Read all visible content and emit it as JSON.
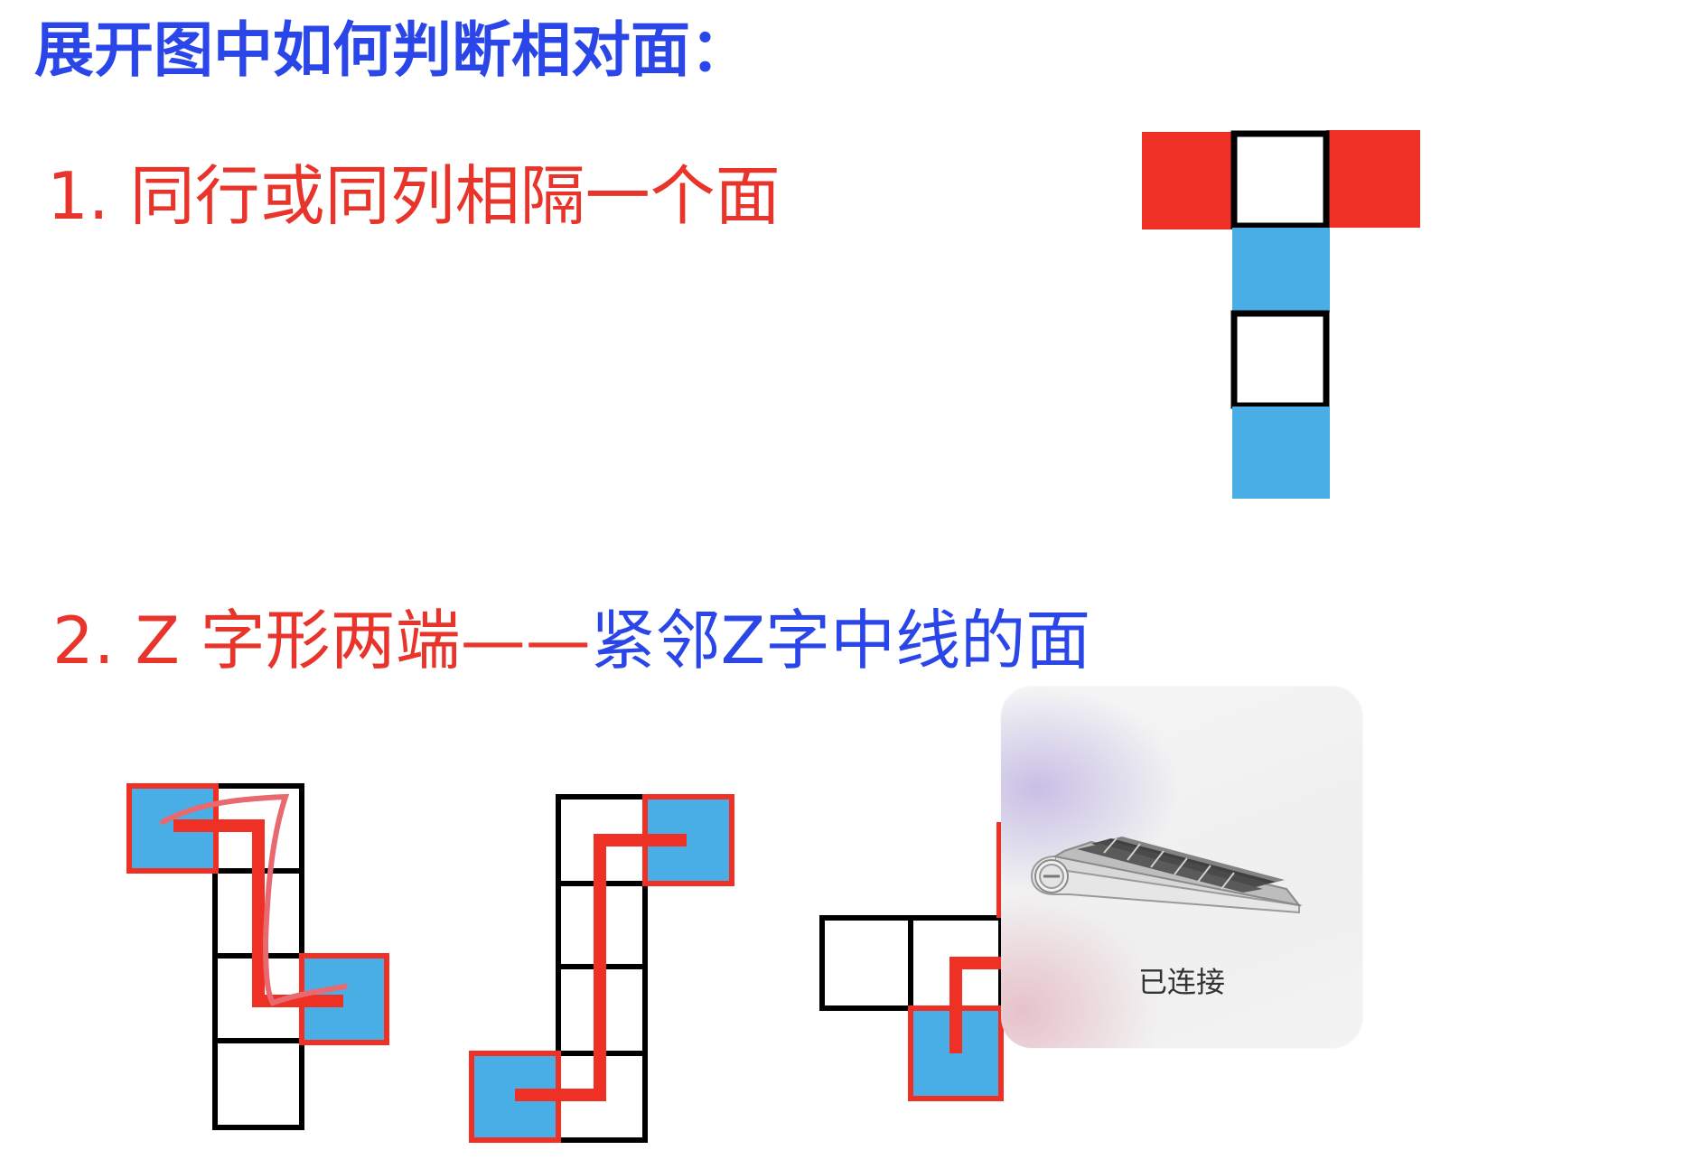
{
  "title": "展开图中如何判断相对面：",
  "rule1": "1. 同行或同列相隔一个面",
  "rule2": {
    "part_red": "2. Z 字形两端——",
    "part_blue": "紧邻Z字中线的面"
  },
  "toast": {
    "icon": "keyboard-icon",
    "label": "已连接"
  },
  "colors": {
    "title_blue": "#2a46e8",
    "accent_red": "#e8342a",
    "face_blue": "#4aaee6",
    "face_red": "#ee3124",
    "outline": "#000000"
  }
}
